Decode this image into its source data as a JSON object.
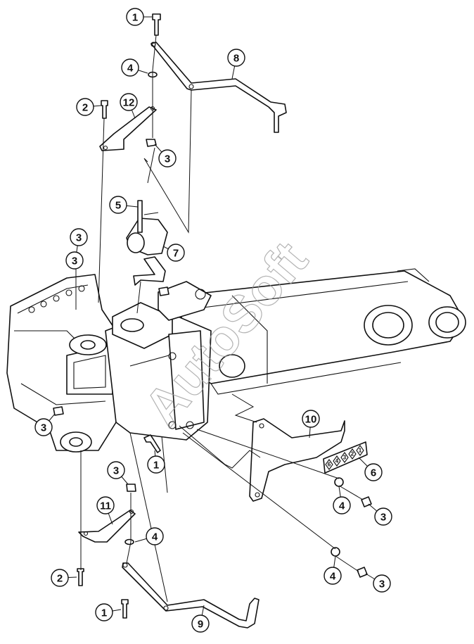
{
  "watermark": "AutoSoft",
  "callouts": [
    "1",
    "1",
    "1",
    "2",
    "2",
    "3",
    "3",
    "3",
    "3",
    "3",
    "3",
    "3",
    "4",
    "4",
    "4",
    "4",
    "5",
    "6",
    "7",
    "8",
    "9",
    "10",
    "11",
    "12"
  ],
  "label_plate": {
    "cells": [
      "6",
      "4",
      "3",
      "2",
      "1"
    ]
  },
  "colors": {
    "line": "#111111",
    "background": "#ffffff",
    "watermark": "#9a9a9a"
  }
}
